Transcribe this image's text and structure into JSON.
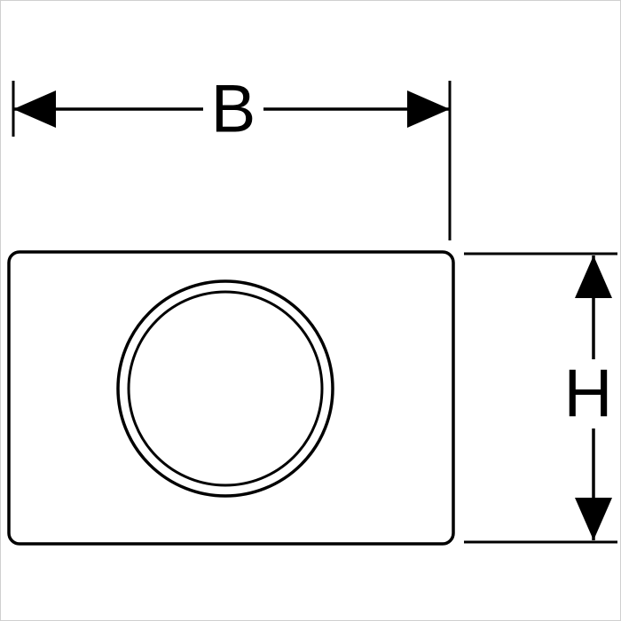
{
  "diagram": {
    "kind": "technical-dimension-drawing",
    "labels": {
      "width_dimension": "B",
      "height_dimension": "H"
    },
    "colors": {
      "line": "#000000",
      "background": "#ffffff",
      "frame": "#cfcfcf"
    }
  }
}
